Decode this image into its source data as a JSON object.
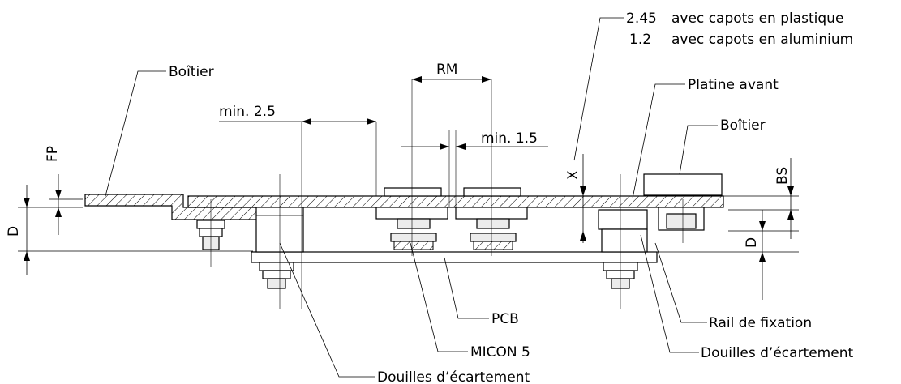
{
  "labels": {
    "boitier_left": "Boîtier",
    "boitier_right": "Boîtier",
    "platine_avant": "Platine avant",
    "pcb": "PCB",
    "micon": "MICON 5",
    "rail": "Rail de fixation",
    "douilles_right": "Douilles d’écartement",
    "douilles_bottom": "Douilles d’écartement",
    "note_1_value": "2.45",
    "note_1_text": "avec capots en plastique",
    "note_2_value": "1.2",
    "note_2_text": "avec capots en aluminium"
  },
  "dimensions": {
    "rm": "RM",
    "min_2_5": "min. 2.5",
    "min_1_5": "min. 1.5",
    "x": "X",
    "fp": "FP",
    "d_left": "D",
    "d_right": "D",
    "bs": "BS"
  }
}
